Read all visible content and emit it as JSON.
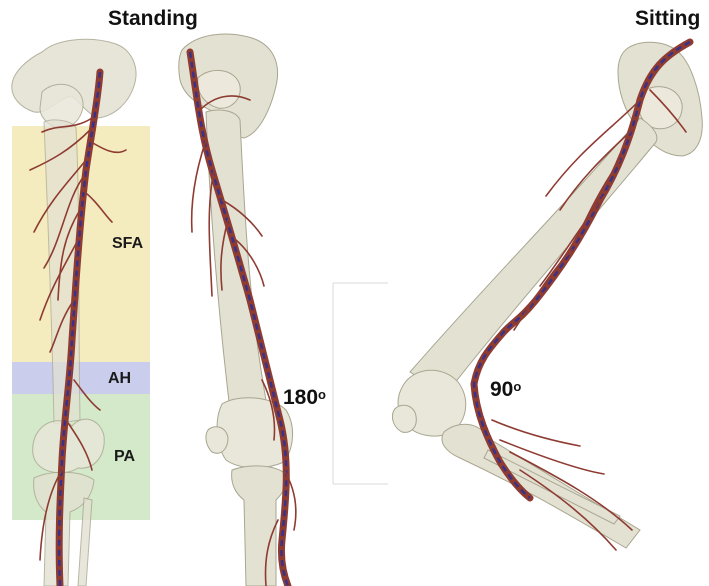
{
  "panels": {
    "standing": {
      "title": "Standing",
      "angle": "180",
      "angle_unit": "o"
    },
    "sitting": {
      "title": "Sitting",
      "angle": "90",
      "angle_unit": "o"
    }
  },
  "regions": [
    {
      "id": "sfa",
      "label": "SFA",
      "color": "#f2e8b4"
    },
    {
      "id": "ah",
      "label": "AH",
      "color": "#c5c8ea"
    },
    {
      "id": "pa",
      "label": "PA",
      "color": "#cfe6c4"
    }
  ],
  "colors": {
    "bone": "#e3e1d2",
    "bone_outline": "#a8a690",
    "artery": "#8e3b32",
    "centerline": "#3a3288"
  }
}
